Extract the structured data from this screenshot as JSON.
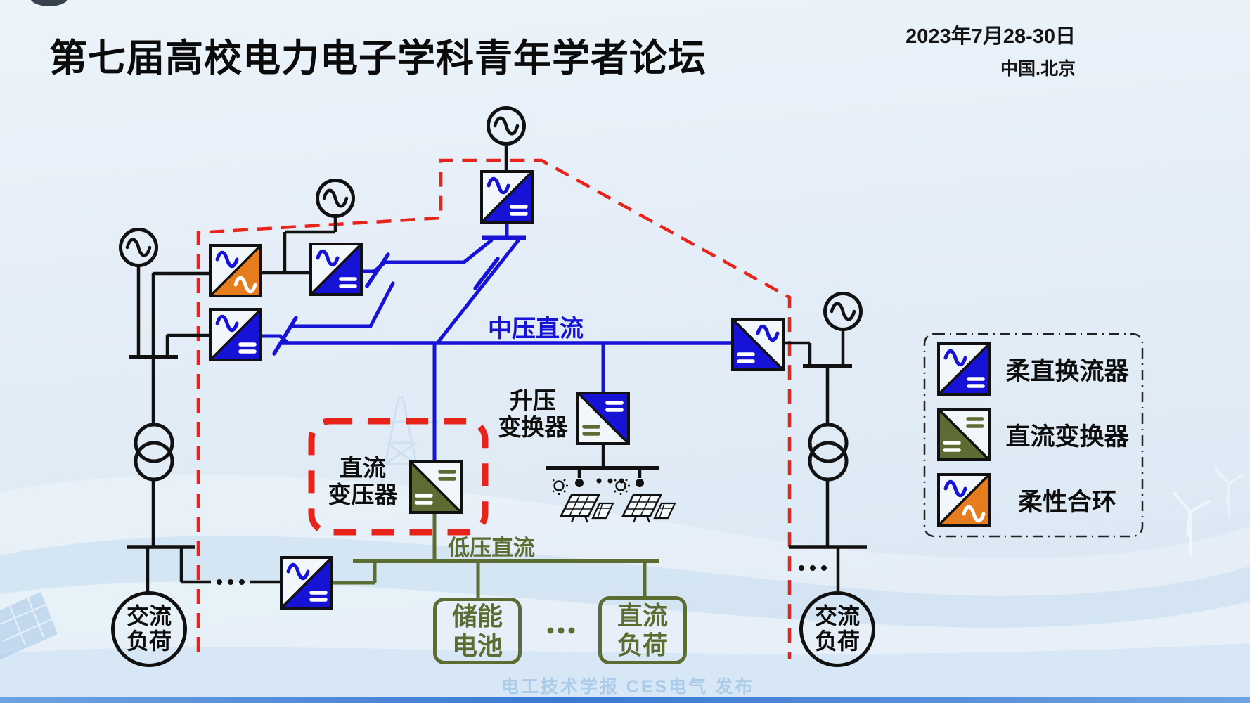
{
  "header": {
    "title": "第七届高校电力电子学科青年学者论坛",
    "date": "2023年7月28-30日",
    "location": "中国.北京"
  },
  "diagram": {
    "bus_labels": {
      "mvdc": "中压直流",
      "lvdc": "低压直流"
    },
    "labels": {
      "boost": [
        "升压",
        "变换器"
      ],
      "dc_transformer": [
        "直流",
        "变压器"
      ],
      "battery": [
        "储能",
        "电池"
      ],
      "dc_load": [
        "直流",
        "负荷"
      ],
      "ac_load_left": [
        "交流",
        "负荷"
      ],
      "ac_load_right": [
        "交流",
        "负荷"
      ],
      "ellipsis": "···"
    },
    "icons": [
      "ac-source-icon",
      "transformer-icon",
      "vsc-converter-icon",
      "dcdc-converter-icon",
      "boost-converter-icon",
      "flexible-loop-converter-icon",
      "breaker-slash-icon",
      "solar-panel-icon",
      "sun-icon"
    ]
  },
  "legend": {
    "items": [
      {
        "icon": "vsc-converter-icon",
        "label": "柔直换流器"
      },
      {
        "icon": "dcdc-converter-icon",
        "label": "直流变换器"
      },
      {
        "icon": "flexible-loop-converter-icon",
        "label": "柔性合环"
      }
    ]
  },
  "footer": {
    "watermark": "电工技术学报 CES电气 发布"
  },
  "colors": {
    "blue": "#1713d6",
    "olive": "#5c6c33",
    "orange": "#e57c1e",
    "red": "#e8231a",
    "ink": "#111111",
    "bg_top": "#ecf3fa",
    "bg_bottom": "#d8e6f2"
  }
}
